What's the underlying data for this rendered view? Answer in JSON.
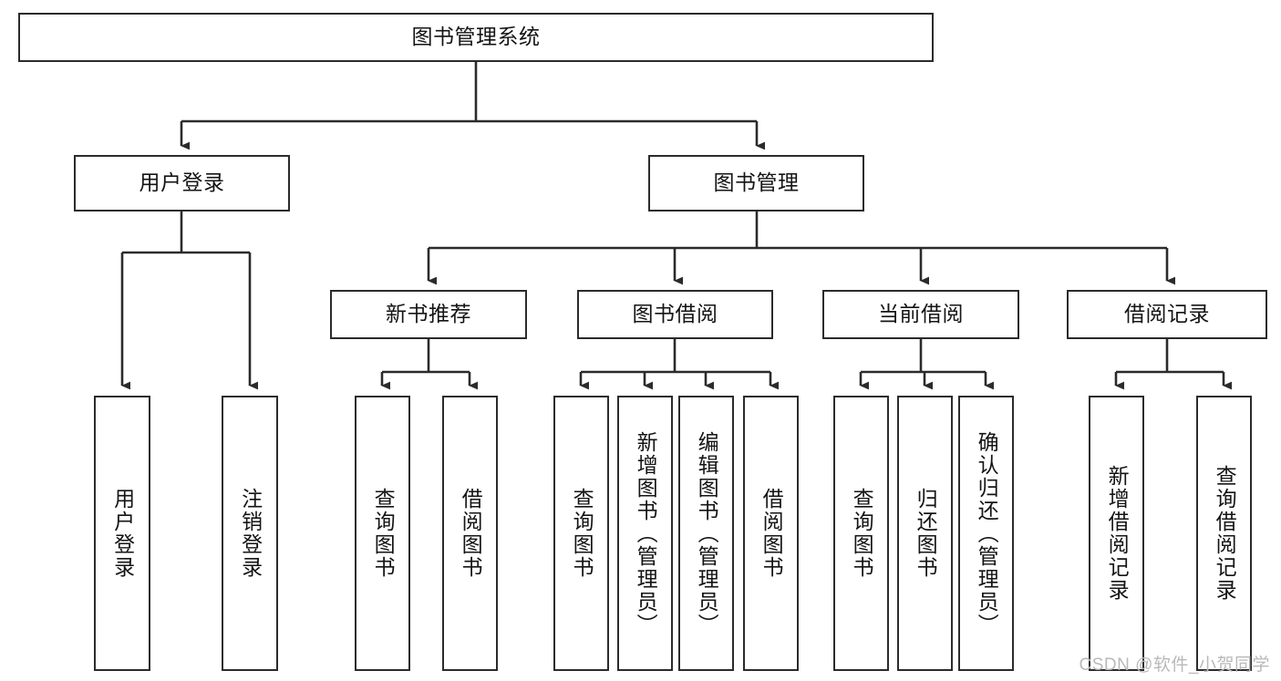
{
  "diagram": {
    "title": "图书管理系统",
    "type": "hierarchy-tree",
    "watermark": "CSDN @软件_小贺同学",
    "colors": {
      "stroke": "#2b2b2b",
      "fill": "#ffffff",
      "text": "#141414",
      "watermark": "#b9b9b9"
    },
    "nodes": {
      "root": {
        "label": "图书管理系统",
        "orientation": "horizontal"
      },
      "level2": [
        {
          "id": "user-login",
          "label": "用户登录",
          "orientation": "horizontal"
        },
        {
          "id": "book-manage",
          "label": "图书管理",
          "orientation": "horizontal"
        }
      ],
      "level3": [
        {
          "id": "new-book-recommend",
          "label": "新书推荐",
          "orientation": "horizontal"
        },
        {
          "id": "book-borrow",
          "label": "图书借阅",
          "orientation": "horizontal"
        },
        {
          "id": "current-borrow",
          "label": "当前借阅",
          "orientation": "horizontal"
        },
        {
          "id": "borrow-record",
          "label": "借阅记录",
          "orientation": "horizontal"
        }
      ],
      "leaves": [
        {
          "id": "leaf-user-login",
          "label": "用户登录",
          "parent": "user-login",
          "orientation": "vertical"
        },
        {
          "id": "leaf-logout",
          "label": "注销登录",
          "parent": "user-login",
          "orientation": "vertical"
        },
        {
          "id": "leaf-query-book-1",
          "label": "查询图书",
          "parent": "new-book-recommend",
          "orientation": "vertical"
        },
        {
          "id": "leaf-borrow-book-1",
          "label": "借阅图书",
          "parent": "new-book-recommend",
          "orientation": "vertical"
        },
        {
          "id": "leaf-query-book-2",
          "label": "查询图书",
          "parent": "book-borrow",
          "orientation": "vertical"
        },
        {
          "id": "leaf-add-book",
          "label": "新增图书（管理员）",
          "parent": "book-borrow",
          "orientation": "vertical"
        },
        {
          "id": "leaf-edit-book",
          "label": "编辑图书（管理员）",
          "parent": "book-borrow",
          "orientation": "vertical"
        },
        {
          "id": "leaf-borrow-book-2",
          "label": "借阅图书",
          "parent": "book-borrow",
          "orientation": "vertical"
        },
        {
          "id": "leaf-query-book-3",
          "label": "查询图书",
          "parent": "current-borrow",
          "orientation": "vertical"
        },
        {
          "id": "leaf-return-book",
          "label": "归还图书",
          "parent": "current-borrow",
          "orientation": "vertical"
        },
        {
          "id": "leaf-confirm-return",
          "label": "确认归还（管理员）",
          "parent": "current-borrow",
          "orientation": "vertical"
        },
        {
          "id": "leaf-add-record",
          "label": "新增借阅记录",
          "parent": "borrow-record",
          "orientation": "vertical"
        },
        {
          "id": "leaf-query-record",
          "label": "查询借阅记录",
          "parent": "borrow-record",
          "orientation": "vertical"
        }
      ]
    }
  }
}
